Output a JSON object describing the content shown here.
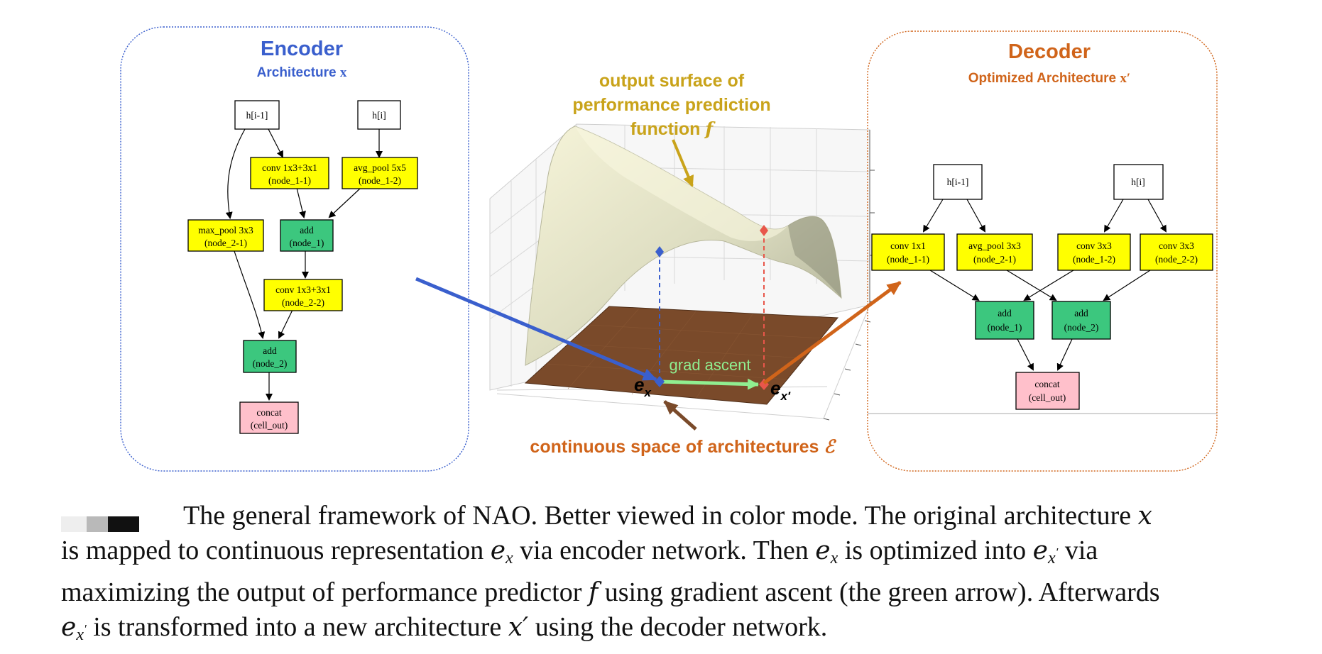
{
  "encoder": {
    "title": "Encoder",
    "subtitle_prefix": "Architecture ",
    "subtitle_var": "x",
    "nodes": [
      {
        "id": "e_hin1",
        "line1": "h[i-1]",
        "line2": "",
        "fill": "#ffffff"
      },
      {
        "id": "e_hi",
        "line1": "h[i]",
        "line2": "",
        "fill": "#ffffff"
      },
      {
        "id": "e_n11",
        "line1": "conv 1x3+3x1",
        "line2": "(node_1-1)",
        "fill": "#ffff00"
      },
      {
        "id": "e_n12",
        "line1": "avg_pool 5x5",
        "line2": "(node_1-2)",
        "fill": "#ffff00"
      },
      {
        "id": "e_n21",
        "line1": "max_pool 3x3",
        "line2": "(node_2-1)",
        "fill": "#ffff00"
      },
      {
        "id": "e_add1",
        "line1": "add",
        "line2": "(node_1)",
        "fill": "#3cc77e"
      },
      {
        "id": "e_n22",
        "line1": "conv 1x3+3x1",
        "line2": "(node_2-2)",
        "fill": "#ffff00"
      },
      {
        "id": "e_add2",
        "line1": "add",
        "line2": "(node_2)",
        "fill": "#3cc77e"
      },
      {
        "id": "e_concat",
        "line1": "concat",
        "line2": "(cell_out)",
        "fill": "#ffc0cb"
      }
    ]
  },
  "decoder": {
    "title": "Decoder",
    "subtitle_prefix": "Optimized Architecture ",
    "subtitle_var": "x′",
    "nodes": [
      {
        "id": "d_hin1",
        "line1": "h[i-1]",
        "line2": "",
        "fill": "#ffffff"
      },
      {
        "id": "d_hi",
        "line1": "h[i]",
        "line2": "",
        "fill": "#ffffff"
      },
      {
        "id": "d_n11",
        "line1": "conv 1x1",
        "line2": "(node_1-1)",
        "fill": "#ffff00"
      },
      {
        "id": "d_n21",
        "line1": "avg_pool 3x3",
        "line2": "(node_2-1)",
        "fill": "#ffff00"
      },
      {
        "id": "d_n12",
        "line1": "conv 3x3",
        "line2": "(node_1-2)",
        "fill": "#ffff00"
      },
      {
        "id": "d_n22",
        "line1": "conv 3x3",
        "line2": "(node_2-2)",
        "fill": "#ffff00"
      },
      {
        "id": "d_add1",
        "line1": "add",
        "line2": "(node_1)",
        "fill": "#3cc77e"
      },
      {
        "id": "d_add2",
        "line1": "add",
        "line2": "(node_2)",
        "fill": "#3cc77e"
      },
      {
        "id": "d_concat",
        "line1": "concat",
        "line2": "(cell_out)",
        "fill": "#ffc0cb"
      }
    ]
  },
  "surface": {
    "label_line1": "output surface of",
    "label_line2": "performance prediction",
    "label_line3": "function ",
    "label_var": "f",
    "space_label": "continuous space of architectures ",
    "space_var": "ℰ",
    "grad_label": "grad ascent",
    "ex_label": "e",
    "ex_sub": "x",
    "exp_sub": "x′"
  },
  "colors": {
    "encoder": "#3a5fcd",
    "decoder": "#d0641a",
    "surface_label": "#c9a31a",
    "grad": "#90ee90",
    "plane": "#7a4a2a"
  },
  "caption": {
    "line1_text": "The general framework of NAO. Better viewed in color mode. The original architecture ",
    "line1_var": "x",
    "line2_a": "is mapped to continuous representation ",
    "line2_b": " via encoder network. Then ",
    "line2_c": " is optimized into ",
    "line2_d": " via",
    "line3_a": "maximizing the output of performance predictor ",
    "line3_var": "f",
    "line3_b": " using gradient ascent (the green arrow). Afterwards",
    "line4_a": " is transformed into a new architecture ",
    "line4_var": "x′",
    "line4_b": " using the decoder network.",
    "e": "e",
    "sub_x": "x",
    "sub_xp": "x",
    "prime": "′"
  }
}
